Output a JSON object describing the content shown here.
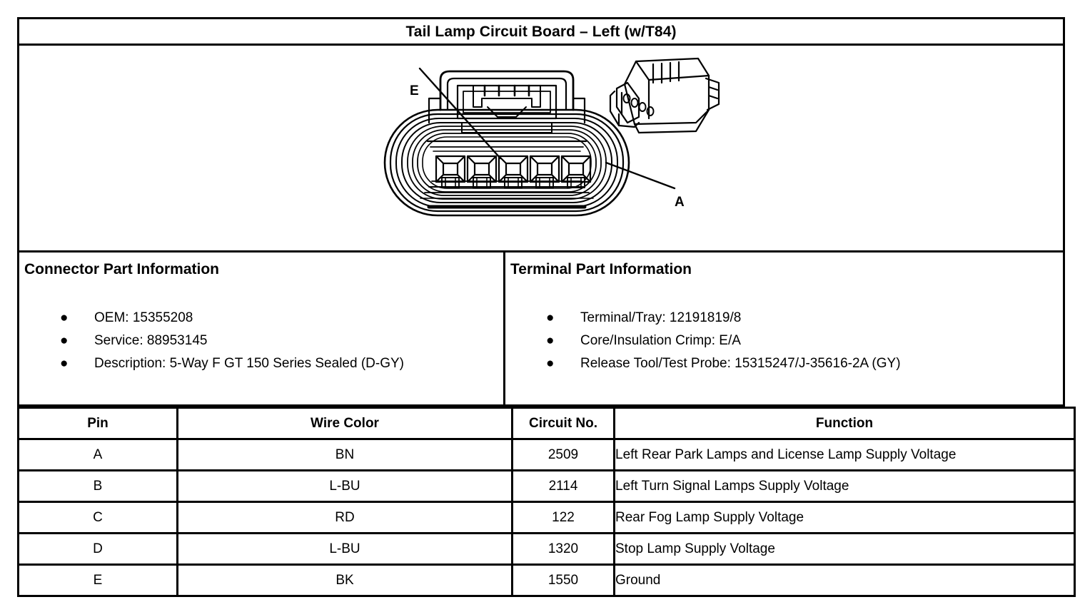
{
  "title": "Tail Lamp Circuit Board – Left (w/T84)",
  "figure": {
    "name": "connector-face-view",
    "description": "5-Way female GT 150 Series sealed connector, front (mating face) view with isometric inset",
    "cavity_count": 5,
    "callouts": [
      {
        "id": "callout-e",
        "label": "E",
        "points_to": "cavity-1-leftmost"
      },
      {
        "id": "callout-a",
        "label": "A",
        "points_to": "cavity-5-rightmost"
      }
    ]
  },
  "connector_info": {
    "heading": "Connector Part Information",
    "items": [
      "OEM: 15355208",
      "Service: 88953145",
      "Description: 5-Way F GT 150 Series Sealed (D-GY)"
    ]
  },
  "terminal_info": {
    "heading": "Terminal Part Information",
    "items": [
      "Terminal/Tray: 12191819/8",
      "Core/Insulation Crimp: E/A",
      "Release Tool/Test Probe: 15315247/J-35616-2A (GY)"
    ]
  },
  "pin_table": {
    "headers": [
      "Pin",
      "Wire Color",
      "Circuit No.",
      "Function"
    ],
    "rows": [
      {
        "pin": "A",
        "wire_color": "BN",
        "circuit_no": "2509",
        "function": "Left Rear Park Lamps and License Lamp Supply Voltage"
      },
      {
        "pin": "B",
        "wire_color": "L-BU",
        "circuit_no": "2114",
        "function": "Left Turn Signal Lamps Supply Voltage"
      },
      {
        "pin": "C",
        "wire_color": "RD",
        "circuit_no": "122",
        "function": "Rear Fog Lamp Supply Voltage"
      },
      {
        "pin": "D",
        "wire_color": "L-BU",
        "circuit_no": "1320",
        "function": "Stop Lamp Supply Voltage"
      },
      {
        "pin": "E",
        "wire_color": "BK",
        "circuit_no": "1550",
        "function": "Ground"
      }
    ]
  },
  "colors": {
    "ink": "#000000",
    "paper": "#ffffff"
  }
}
